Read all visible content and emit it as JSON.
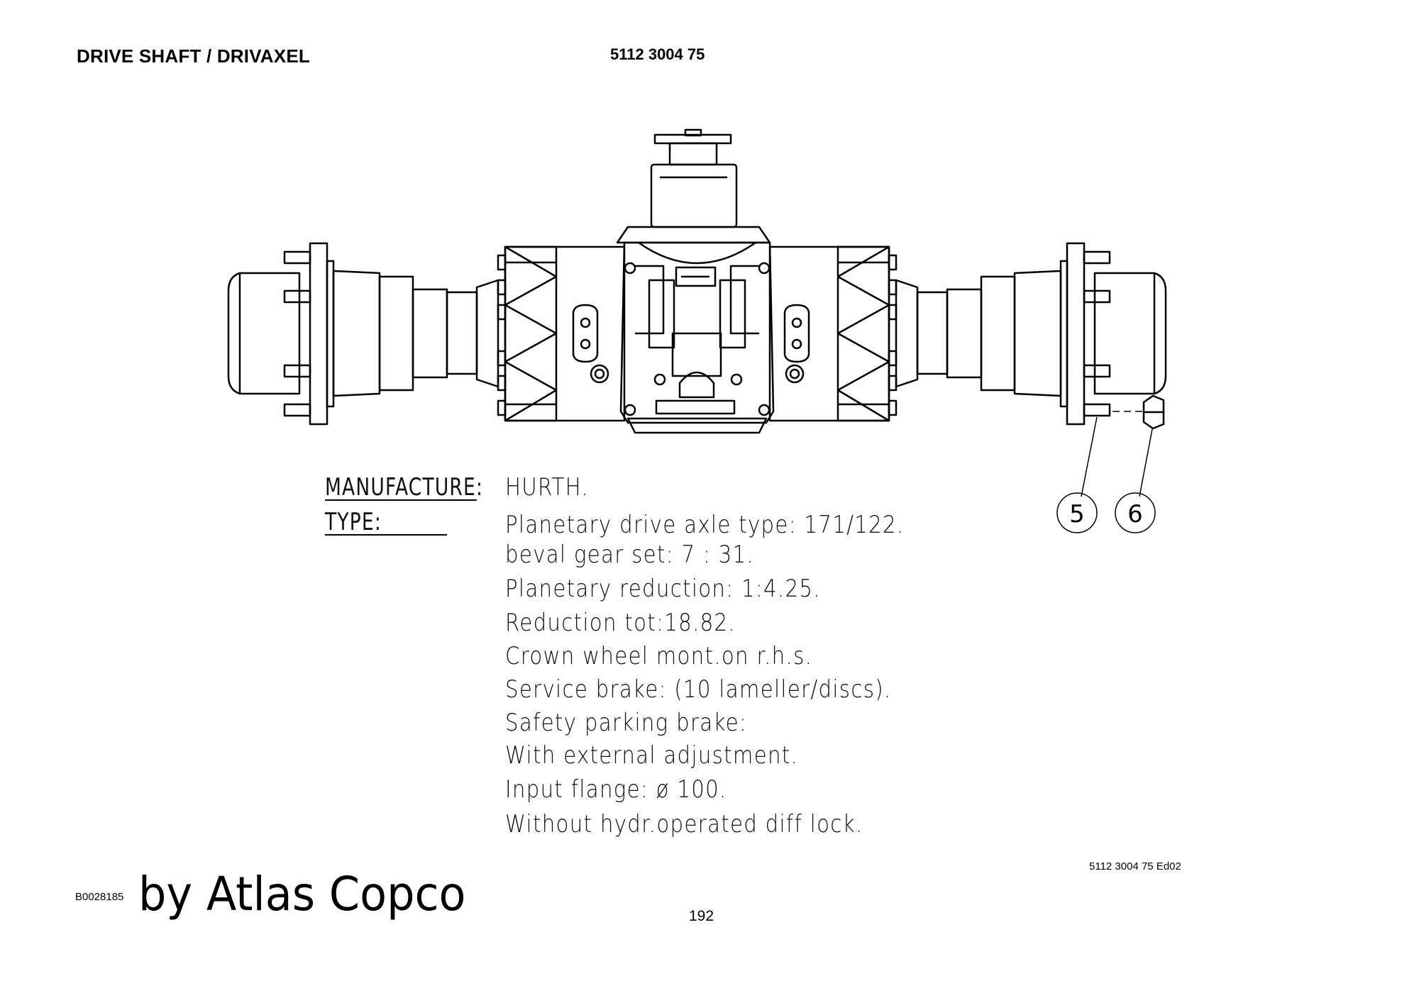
{
  "header": {
    "title": "DRIVE SHAFT / DRIVAXEL",
    "part_number": "5112 3004 75"
  },
  "specs": {
    "manufacture_label": "MANUFACTURE:",
    "manufacture_value": "HURTH.",
    "type_label": "TYPE:",
    "type_lines": [
      "Planetary drive axle type: 171/122.",
      "beval gear set: 7 : 31.",
      "Planetary reduction: 1:4.25.",
      "Reduction tot:18.82.",
      "Crown wheel mont.on r.h.s.",
      "Service brake: (10 lameller/discs).",
      "Safety parking brake:",
      "With external adjustment.",
      "Input flange: ø 100.",
      "Without hydr.operated diff lock."
    ]
  },
  "callouts": [
    "5",
    "6"
  ],
  "footer": {
    "drawing_ref": "5112 3004 75 Ed02",
    "doc_id": "B0028185",
    "brand": "by Atlas Copco",
    "page_number": "192"
  },
  "colors": {
    "line": "#000000",
    "background": "#ffffff"
  }
}
